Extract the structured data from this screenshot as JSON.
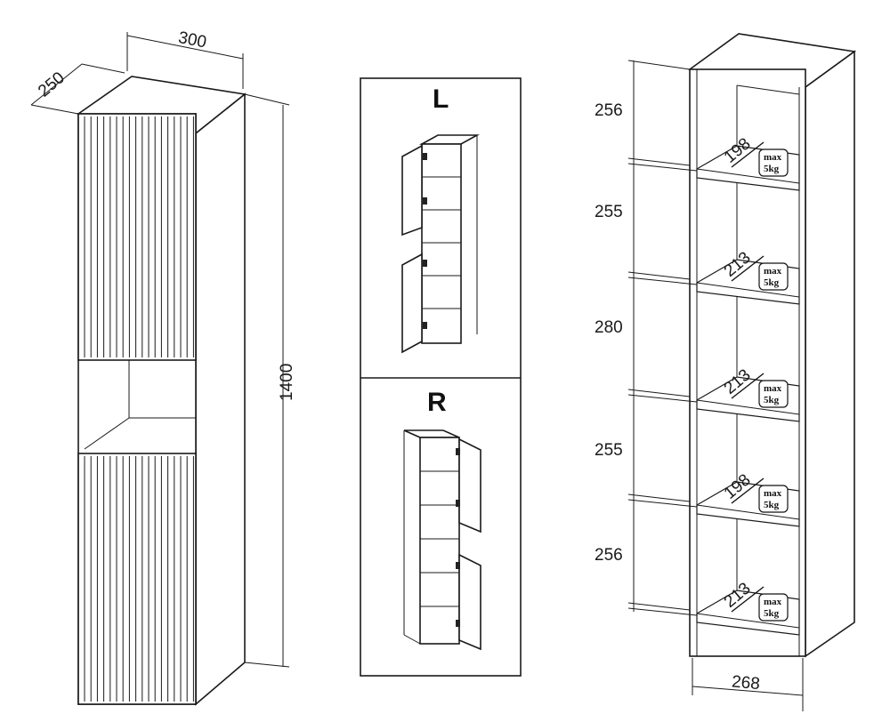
{
  "left_cabinet": {
    "width": "300",
    "depth": "250",
    "height": "1400"
  },
  "variants": {
    "left_label": "L",
    "right_label": "R"
  },
  "right_cabinet": {
    "width": "268",
    "compartment_heights": [
      "256",
      "255",
      "280",
      "255",
      "256"
    ],
    "shelf_depths": [
      "198",
      "213",
      "213",
      "198",
      "213"
    ],
    "load_line1": "max",
    "load_line2": "5kg"
  },
  "colors": {
    "line": "#1a1a1a",
    "background": "#ffffff"
  }
}
